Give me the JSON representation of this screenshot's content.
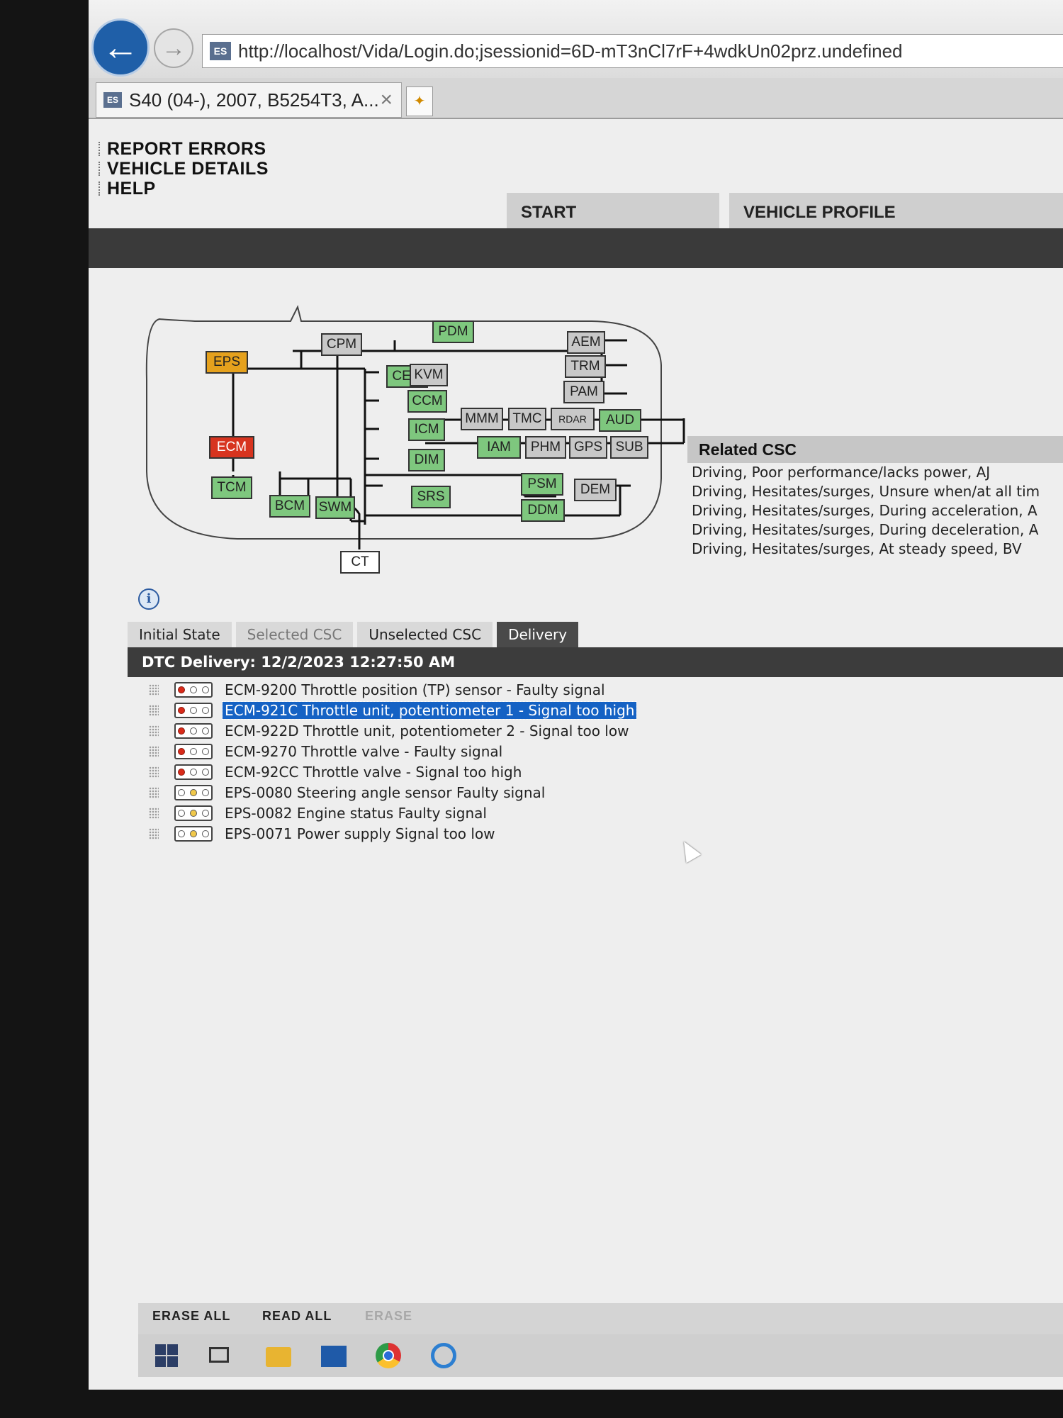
{
  "browser": {
    "url": "http://localhost/Vida/Login.do;jsessionid=6D-mT3nCl7rF+4wdkUn02prz.undefined",
    "tab_title": "S40 (04-), 2007, B5254T3, A...",
    "tab_close": "×",
    "favicon_text": "ES"
  },
  "app_menu": [
    "REPORT ERRORS",
    "VEHICLE DETAILS",
    "HELP"
  ],
  "main_tabs": {
    "start": "START",
    "vehicle_profile": "VEHICLE PROFILE"
  },
  "diagram": {
    "nodes": {
      "eps": "EPS",
      "cpm": "CPM",
      "pdm": "PDM",
      "cem": "CEM",
      "kvm": "KVM",
      "ccm": "CCM",
      "icm": "ICM",
      "dim": "DIM",
      "srs": "SRS",
      "ecm": "ECM",
      "tcm": "TCM",
      "bcm": "BCM",
      "swm": "SWM",
      "ct": "CT",
      "aem": "AEM",
      "trm": "TRM",
      "pam": "PAM",
      "mmm": "MMM",
      "tmc": "TMC",
      "rdar": "RDAR",
      "aud": "AUD",
      "iam": "IAM",
      "phm": "PHM",
      "gps": "GPS",
      "sub": "SUB",
      "psm": "PSM",
      "ddm": "DDM",
      "dem": "DEM"
    },
    "status_colors": {
      "ok": "#7ec77e",
      "not_present": "#c8c8c8",
      "warning": "#e5a11d",
      "fault": "#d7341f"
    }
  },
  "related_csc": {
    "title": "Related CSC",
    "items": [
      "Driving, Poor performance/lacks power, AJ",
      "Driving, Hesitates/surges, Unsure when/at all tim",
      "Driving, Hesitates/surges, During acceleration, A",
      "Driving, Hesitates/surges, During deceleration, A",
      "Driving, Hesitates/surges, At steady speed, BV"
    ]
  },
  "dtc_tabs": [
    "Initial State",
    "Selected CSC",
    "Unselected CSC",
    "Delivery"
  ],
  "dtc_header": "DTC Delivery: 12/2/2023 12:27:50 AM",
  "dtc_list": [
    {
      "text": "ECM-9200 Throttle position (TP) sensor - Faulty signal",
      "lights": [
        "red",
        "off",
        "off"
      ]
    },
    {
      "text": "ECM-921C Throttle unit, potentiometer 1 - Signal too high",
      "lights": [
        "red",
        "off",
        "off"
      ],
      "selected": true
    },
    {
      "text": "ECM-922D Throttle unit, potentiometer 2 - Signal too low",
      "lights": [
        "red",
        "off",
        "off"
      ]
    },
    {
      "text": "ECM-9270 Throttle valve - Faulty signal",
      "lights": [
        "red",
        "off",
        "off"
      ]
    },
    {
      "text": "ECM-92CC Throttle valve - Signal too high",
      "lights": [
        "red",
        "off",
        "off"
      ]
    },
    {
      "text": "EPS-0080 Steering angle sensor Faulty signal",
      "lights": [
        "off",
        "amber",
        "off"
      ]
    },
    {
      "text": "EPS-0082 Engine status Faulty signal",
      "lights": [
        "off",
        "amber",
        "off"
      ]
    },
    {
      "text": "EPS-0071 Power supply Signal too low",
      "lights": [
        "off",
        "amber",
        "off"
      ]
    }
  ],
  "bottom_actions": {
    "erase_all": "ERASE ALL",
    "read_all": "READ ALL",
    "erase": "ERASE"
  },
  "taskbar": [
    "windows-start-icon",
    "task-view-icon",
    "file-explorer-icon",
    "mail-icon",
    "chrome-icon",
    "internet-explorer-icon"
  ]
}
